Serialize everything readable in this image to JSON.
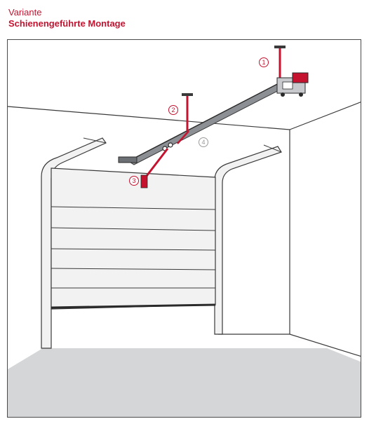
{
  "header": {
    "subtitle": "Variante",
    "title": "Schienengeführte Montage"
  },
  "callouts": [
    {
      "label": "1",
      "color": "#c4122f"
    },
    {
      "label": "2",
      "color": "#c4122f"
    },
    {
      "label": "3",
      "color": "#c4122f"
    },
    {
      "label": "4",
      "color": "#9a9a9a"
    }
  ],
  "colors": {
    "accent": "#c4122f",
    "floor": "#d5d6d8",
    "line": "#3a3a3a",
    "door": "#f2f2f3",
    "rail": "#8c8f93"
  }
}
